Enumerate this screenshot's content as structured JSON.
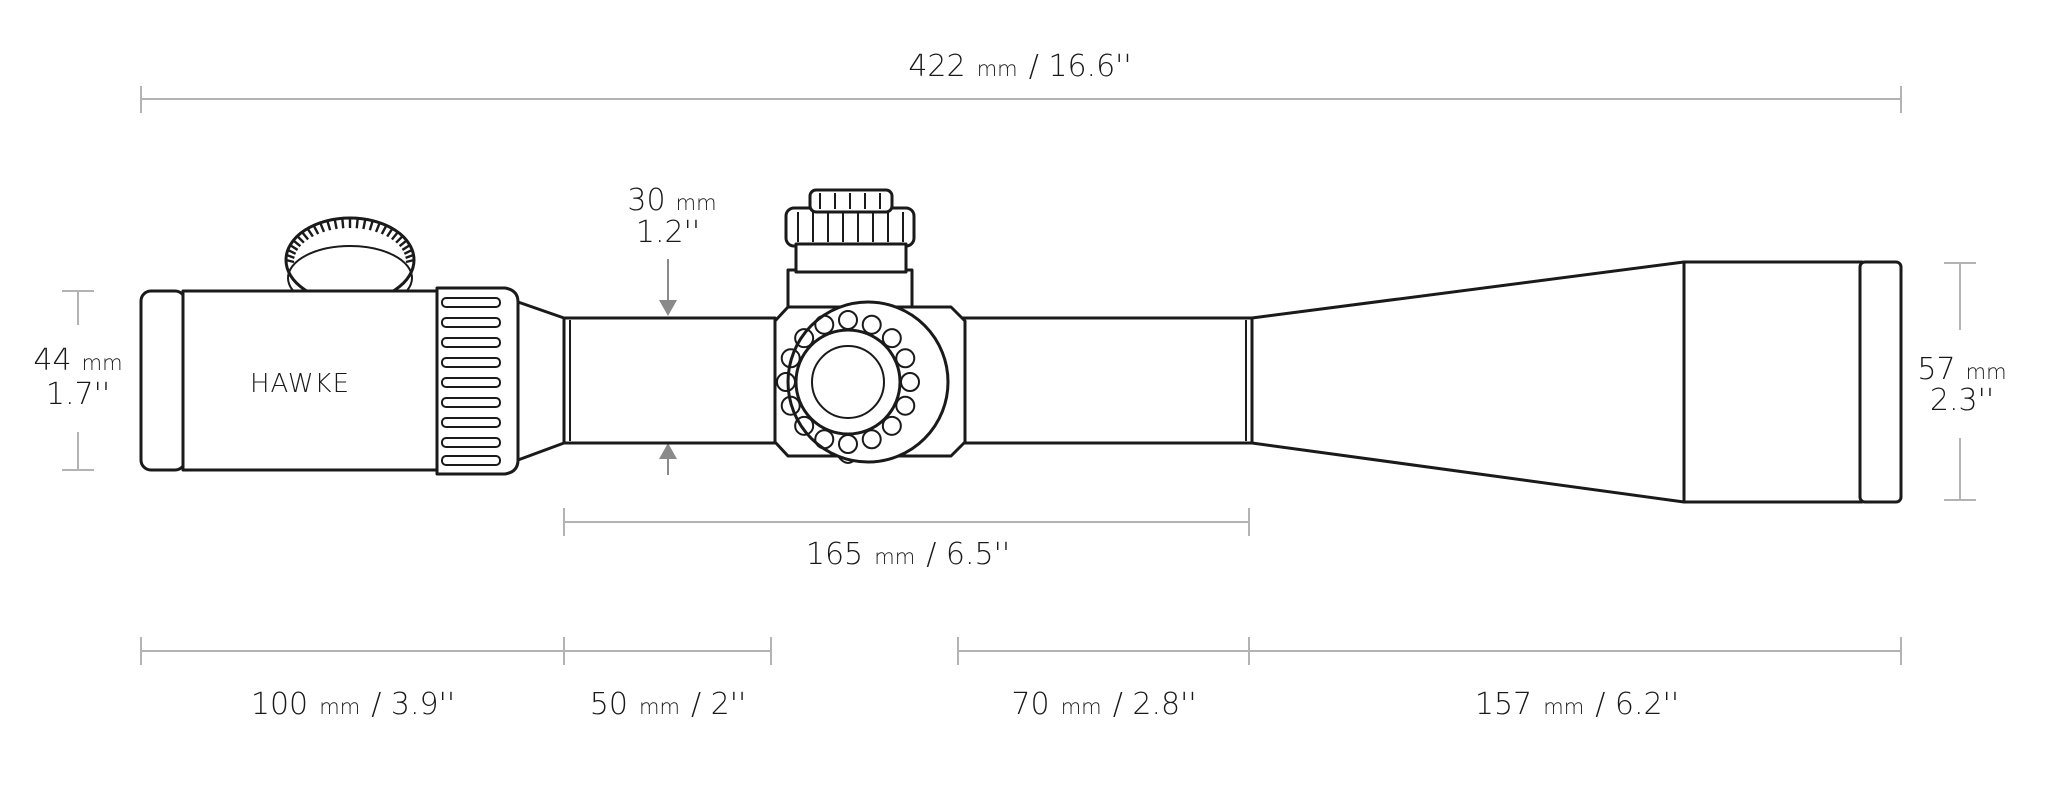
{
  "brand": {
    "logo_text": "HAWKE"
  },
  "dimensions": {
    "overall_length": {
      "mm": "422",
      "unit": "mm",
      "inch": "/ 16.6''"
    },
    "tube_diameter": {
      "mm": "30",
      "unit": "mm",
      "inch": "1.2''"
    },
    "eyepiece_diameter": {
      "mm": "44",
      "unit": "mm",
      "inch": "1.7''"
    },
    "objective_diameter": {
      "mm": "57",
      "unit": "mm",
      "inch": "2.3''"
    },
    "mount_length": {
      "mm": "165",
      "unit": "mm",
      "inch": "/ 6.5''"
    },
    "seg_eyepiece": {
      "mm": "100",
      "unit": "mm",
      "inch": "/ 3.9''"
    },
    "seg_tube_rear": {
      "mm": "50",
      "unit": "mm",
      "inch": "/ 2''"
    },
    "seg_tube_front": {
      "mm": "70",
      "unit": "mm",
      "inch": "/ 2.8''"
    },
    "seg_objective": {
      "mm": "157",
      "unit": "mm",
      "inch": "/ 6.2''"
    }
  }
}
